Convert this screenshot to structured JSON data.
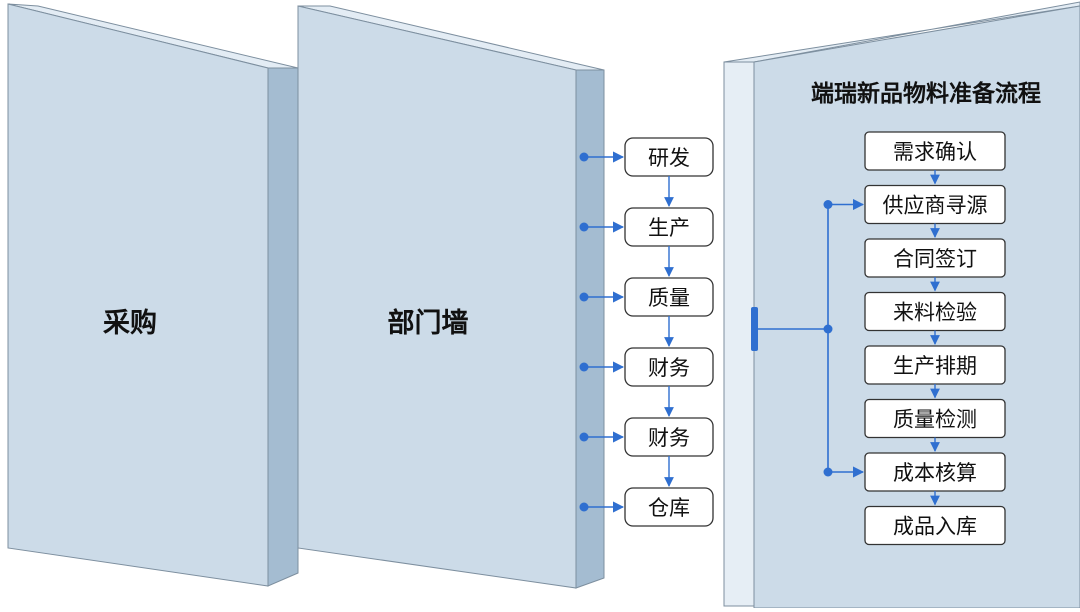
{
  "walls": {
    "procurement": {
      "label": "采购"
    },
    "department": {
      "label": "部门墙"
    }
  },
  "departments": [
    "研发",
    "生产",
    "质量",
    "财务",
    "财务",
    "仓库"
  ],
  "process": {
    "title": "端瑞新品物料准备流程",
    "steps": [
      "需求确认",
      "供应商寻源",
      "合同签订",
      "来料检验",
      "生产排期",
      "质量检测",
      "成本核算",
      "成品入库"
    ]
  },
  "colors": {
    "wall_face": "#ccdbe8",
    "wall_side": "#a4bcd1",
    "wall_top": "#e3ecf4",
    "wall_edge": "#7d8f9f",
    "accent": "#2f6fd0"
  }
}
